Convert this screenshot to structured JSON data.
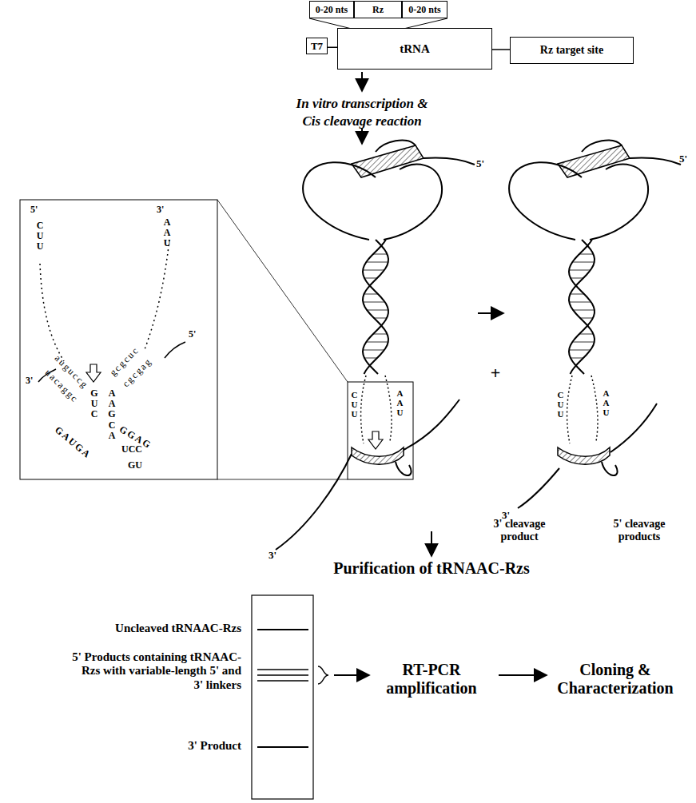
{
  "diagram": {
    "nodes": [
      {
        "text": [
          "0-20 nts"
        ]
      },
      {
        "text": [
          "Rz"
        ]
      },
      {
        "text": [
          "0-20 nts"
        ]
      },
      {
        "text": [
          "T7"
        ]
      },
      {
        "text": [
          "tRNA"
        ]
      },
      {
        "text": [
          "Rz target site"
        ]
      }
    ],
    "edges": [
      {
        "from": 3,
        "to": 4,
        "arrow": "none"
      },
      {
        "from": 4,
        "to": 5,
        "arrow": "none"
      }
    ],
    "labels": [
      "In vitro transcription &",
      "Cis cleavage reaction",
      "5'",
      "CUU",
      "3'",
      "AAU",
      "3'",
      "5'",
      "auguccg",
      "uacaggc",
      "gcgcuc",
      "cgcgag",
      "GUC",
      "GAUGA",
      "AAGCA",
      "GGAG",
      "UCC",
      "GU",
      "5'",
      "3'",
      "CUU",
      "AAU",
      "5'",
      "CUU",
      "AAU",
      "+",
      "3'",
      "3' cleavage product",
      "5' cleavage products",
      "Purification of tRNAAC-Rzs",
      "Uncleaved tRNAAC-Rzs",
      "5' Products containing tRNAAC-Rzs with variable-length 5' and 3' linkers",
      "3' Product",
      "RT-PCR amplification",
      "Cloning & Characterization"
    ]
  }
}
